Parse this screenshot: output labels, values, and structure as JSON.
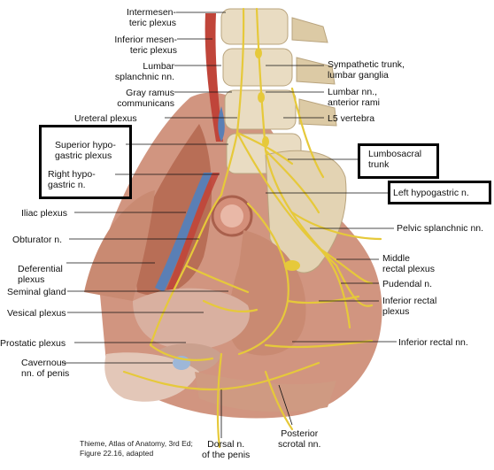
{
  "labels": {
    "intermesenteric_plexus": "Intermesen-\nteric plexus",
    "inferior_mesenteric_plexus": "Inferior mesen-\nteric plexus",
    "lumbar_splanchnic_nn": "Lumbar\nsplanchnic nn.",
    "gray_ramus_communicans": "Gray ramus\ncommunicans",
    "ureteral_plexus": "Ureteral plexus",
    "superior_hypogastric_plexus": "Superior hypo-\ngastric plexus",
    "right_hypogastric_n": "Right hypo-\ngastric n.",
    "iliac_plexus": "Iliac plexus",
    "obturator_n": "Obturator n.",
    "deferential_plexus": "Deferential\nplexus",
    "seminal_gland": "Seminal gland",
    "vesical_plexus": "Vesical plexus",
    "prostatic_plexus": "Prostatic plexus",
    "cavernous_nn_of_penis": "Cavernous\nnn. of penis",
    "sympathetic_trunk": "Sympathetic trunk,\nlumbar ganglia",
    "lumbar_nn_anterior_rami": "Lumbar nn.,\nanterior rami",
    "l5_vertebra": "L5 vertebra",
    "lumbosacral_trunk": "Lumbosacral\ntrunk",
    "left_hypogastric_n": "Left hypogastric n.",
    "pelvic_splanchnic_nn": "Pelvic splanchnic nn.",
    "middle_rectal_plexus": "Middle\nrectal plexus",
    "pudendal_n": "Pudendal n.",
    "inferior_rectal_plexus": "Inferior rectal\nplexus",
    "inferior_rectal_nn": "Inferior rectal nn.",
    "dorsal_n_of_penis": "Dorsal n.\nof the penis",
    "posterior_scrotal_nn": "Posterior\nscrotal nn."
  },
  "credit": "Thieme, Atlas of Anatomy, 3rd Ed;\nFigure 22.16, adapted",
  "colors": {
    "nerve": "#e6c93a",
    "muscle": "#c9826a",
    "muscle_dark": "#a9604c",
    "bone": "#e9dcc2",
    "bone_shade": "#cdbb98",
    "vein": "#5a7fb5",
    "artery": "#c0453a",
    "bladder": "#d9b0a0",
    "cartilage": "#dfe6ea"
  }
}
